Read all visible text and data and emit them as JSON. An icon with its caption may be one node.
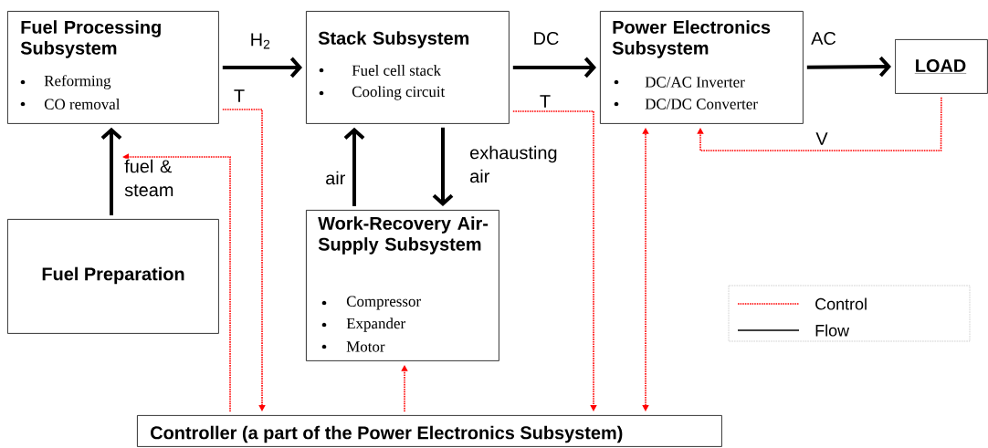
{
  "diagram": {
    "nodes": [
      {
        "text": [
          "Fuel Processing Subsystem",
          "Reforming",
          "CO removal"
        ]
      },
      {
        "text": [
          "Stack Subsystem",
          "Fuel cell stack",
          "Cooling circuit"
        ]
      },
      {
        "text": [
          "Power Electronics Subsystem",
          "DC/AC Inverter",
          "DC/DC Converter"
        ]
      },
      {
        "text": [
          "LOAD"
        ]
      },
      {
        "text": [
          "Fuel Preparation"
        ]
      },
      {
        "text": [
          "Work-Recovery Air-Supply Subsystem",
          "Compressor",
          "Expander",
          "Motor"
        ]
      },
      {
        "text": [
          "Controller (a part of the Power Electronics Subsystem)"
        ]
      }
    ],
    "edges": [
      {
        "from": 0,
        "to": 1,
        "arrow": "to",
        "label": "H$_{2}$",
        "style": "thick"
      },
      {
        "from": 1,
        "to": 2,
        "arrow": "to",
        "label": "DC",
        "style": "thick"
      },
      {
        "from": 2,
        "to": 3,
        "arrow": "to",
        "label": "AC",
        "style": "thick"
      },
      {
        "from": 4,
        "to": 0,
        "arrow": "to",
        "label": "fuel & steam",
        "style": "thick"
      },
      {
        "from": 5,
        "to": 1,
        "arrow": "to",
        "label": "air",
        "style": "thick"
      },
      {
        "from": 1,
        "to": 5,
        "arrow": "to",
        "label": "exhausting air",
        "style": "thick"
      },
      {
        "from": 0,
        "to": 6,
        "arrow": "to",
        "label": "T",
        "style": "dashed",
        "color": "#ff0000"
      },
      {
        "from": 6,
        "to": null,
        "arrow": "to",
        "style": "dashed",
        "color": "#ff0000"
      },
      {
        "from": 1,
        "to": 6,
        "arrow": "to",
        "label": "T",
        "style": "dashed",
        "color": "#ff0000"
      },
      {
        "from": 6,
        "to": 2,
        "arrow": "both",
        "style": "dashed",
        "color": "#ff0000"
      },
      {
        "from": 3,
        "to": 2,
        "arrow": "to",
        "label": "V",
        "style": "dashed",
        "color": "#ff0000"
      },
      {
        "from": 6,
        "to": 5,
        "arrow": "to",
        "style": "dashed",
        "color": "#ff0000"
      }
    ],
    "legend": [
      {
        "text": "Control"
      },
      {
        "text": "Flow"
      }
    ]
  }
}
